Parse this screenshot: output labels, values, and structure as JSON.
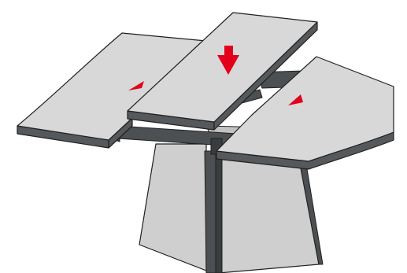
{
  "colors": {
    "background": "#ffffff",
    "board_top": "#d8d8d8",
    "board_edge": "#55595b",
    "frame_dark": "#4c5052",
    "frame_darker": "#3a3d3f",
    "pedestal_light": "#cfcfcf",
    "pedestal_mid": "#c2c2c2",
    "outline": "#202020",
    "arrow_red": "#e3001b"
  },
  "diagram": {
    "insert_arrow_direction": "down",
    "left_leaf_arrow_direction": "right",
    "right_leaf_arrow_direction": "left"
  }
}
